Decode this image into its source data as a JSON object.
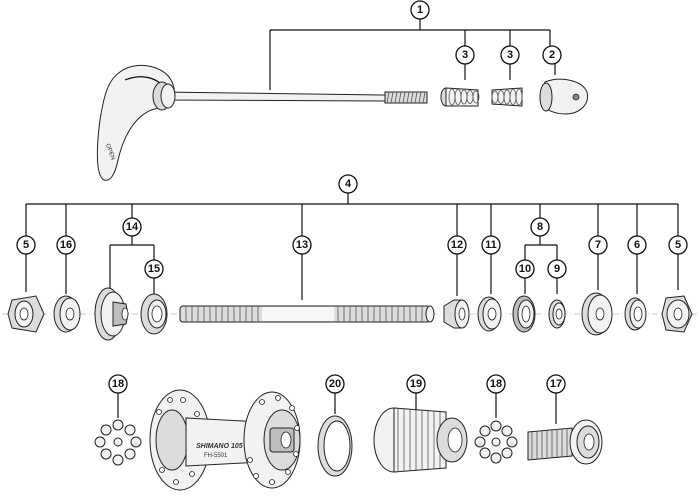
{
  "callouts": {
    "c1": "1",
    "c2": "2",
    "c3a": "3",
    "c3b": "3",
    "c4": "4",
    "c5a": "5",
    "c16": "16",
    "c14": "14",
    "c15": "15",
    "c13": "13",
    "c12": "12",
    "c11": "11",
    "c8": "8",
    "c10": "10",
    "c9": "9",
    "c7": "7",
    "c6": "6",
    "c5b": "5",
    "c18a": "18",
    "c20": "20",
    "c19": "19",
    "c18b": "18",
    "c17": "17"
  },
  "labels": {
    "lever_text": "OPEN",
    "hub_brand": "SHIMANO 105",
    "hub_model": "FH-5501"
  }
}
